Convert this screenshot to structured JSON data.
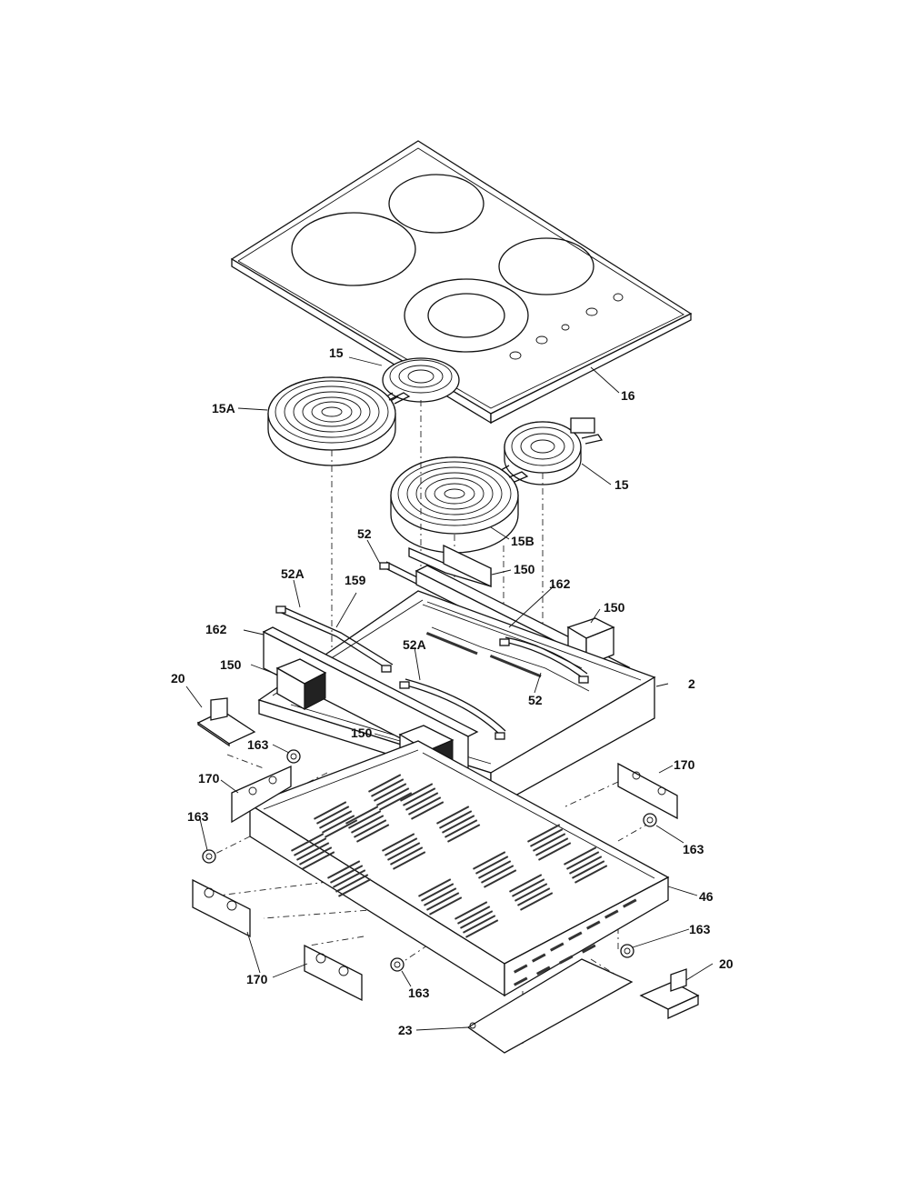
{
  "diagram": {
    "labels": {
      "cooktop_glass": "16",
      "element_small_back": "15",
      "element_large": "15A",
      "element_small_right": "15",
      "element_dual": "15B",
      "bracket_52_top": "52",
      "bracket_52a_left": "52A",
      "rail_159": "159",
      "rail_162_right": "162",
      "insulator_150_top": "150",
      "insulator_150_right": "150",
      "rail_162_left": "162",
      "insulator_150_left": "150",
      "bracket_52a_center": "52A",
      "bracket_52_bottom": "52",
      "frame_2": "2",
      "insulator_150_front": "150",
      "clip_20_left": "20",
      "grommet_163_upper": "163",
      "bracket_170_left_upper": "170",
      "grommet_163_left": "163",
      "bracket_170_right": "170",
      "grommet_163_right": "163",
      "box_46": "46",
      "bracket_170_front": "170",
      "grommet_163_front": "163",
      "grommet_163_right_lower": "163",
      "clip_20_right": "20",
      "cover_23": "23"
    }
  }
}
